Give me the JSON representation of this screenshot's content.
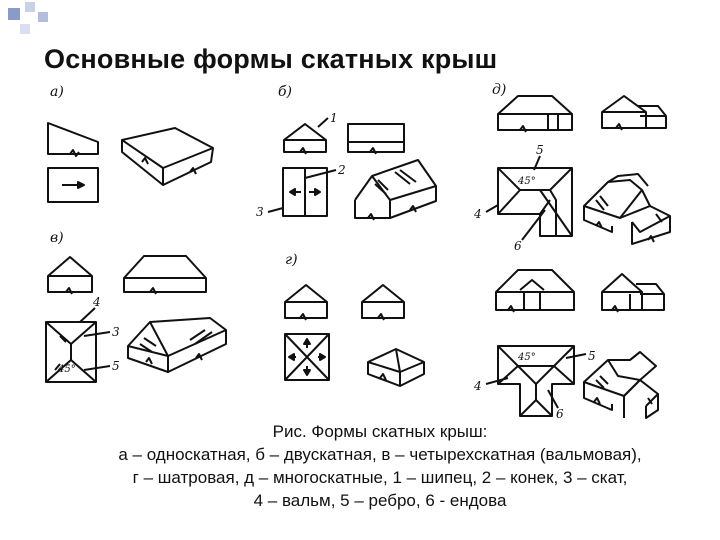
{
  "slide": {
    "title": "Основные формы скатных крыш",
    "accent_color": "#8a9bc8"
  },
  "figure": {
    "group_labels": [
      "а)",
      "б)",
      "в)",
      "г)",
      "д)"
    ],
    "callouts": [
      "1",
      "2",
      "3",
      "4",
      "5",
      "6"
    ],
    "angle_label": "45°",
    "caption": [
      "Рис. Формы скатных крыш:",
      "а – односкатная, б – двускатная, в – четырехскатная (вальмовая),",
      "г – шатровая, д – многоскатные, 1 – шипец, 2 – конек, 3 – скат,",
      "4 – вальм, 5 – ребро, 6 - ендова"
    ]
  }
}
